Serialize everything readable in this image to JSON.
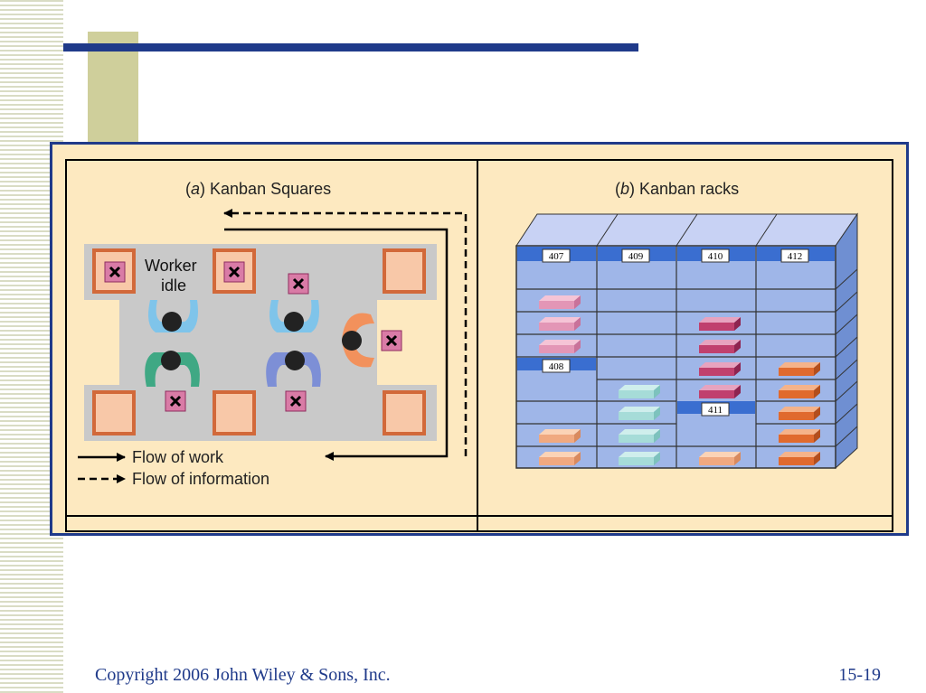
{
  "panel_a": {
    "title_letter": "a",
    "title": "Kanban Squares",
    "worker_idle": [
      "Worker",
      "idle"
    ],
    "legend": {
      "work": "Flow of work",
      "info": "Flow of information"
    }
  },
  "panel_b": {
    "title_letter": "b",
    "title": "Kanban racks",
    "rack_labels": [
      "407",
      "409",
      "410",
      "412",
      "408",
      "411"
    ]
  },
  "footer": {
    "copyright": "Copyright 2006 John Wiley & Sons, Inc.",
    "slide_number": "15-19"
  },
  "colors": {
    "accent": "#1f3a8a",
    "panel": "#fde9c0",
    "rack": "#9fb6e8",
    "square": "#d2693a"
  }
}
